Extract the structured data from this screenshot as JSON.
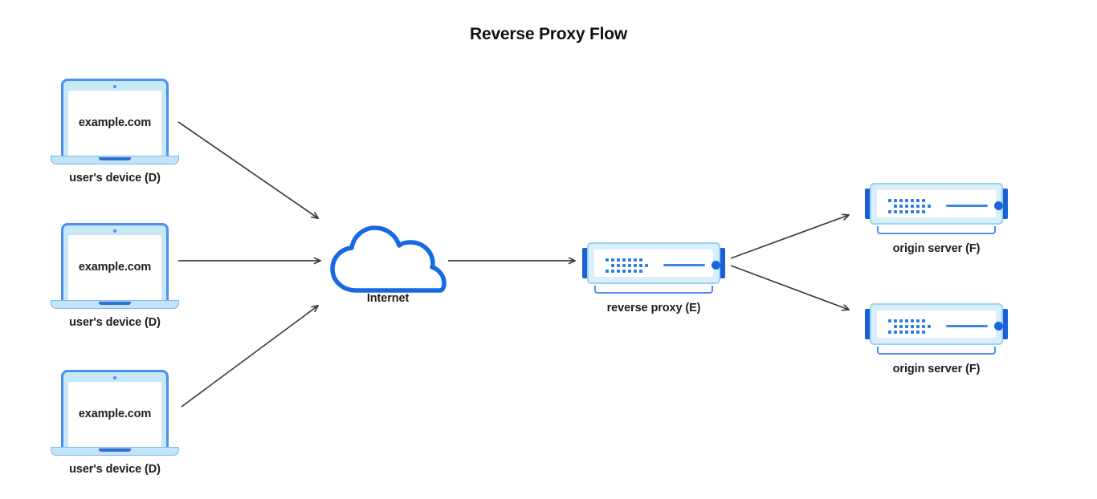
{
  "title": "Reverse Proxy Flow",
  "colors": {
    "title": "#111111",
    "label": "#1d1d1d",
    "arrow": "#3d3d3d",
    "cloud_stroke": "#1668e3",
    "laptop_border": "#4a90f0",
    "laptop_bezel": "#c9e8f6",
    "laptop_base": "#c3e4f8",
    "laptop_notch": "#2f6fd0",
    "server_tab": "#1a5fd6",
    "server_frame": "#9dd2f0",
    "server_fill": "#d9f0fb",
    "server_accent": "#2d7ae5",
    "background": "#ffffff"
  },
  "nodes": {
    "clients": [
      {
        "id": "client-1",
        "url": "example.com",
        "label": "user's device (D)"
      },
      {
        "id": "client-2",
        "url": "example.com",
        "label": "user's device (D)"
      },
      {
        "id": "client-3",
        "url": "example.com",
        "label": "user's device (D)"
      }
    ],
    "internet": {
      "id": "internet",
      "label": "Internet",
      "icon": "cloud-icon"
    },
    "proxy": {
      "id": "reverse-proxy",
      "label": "reverse proxy (E)",
      "icon": "server-icon"
    },
    "origins": [
      {
        "id": "origin-1",
        "label": "origin server (F)",
        "icon": "server-icon"
      },
      {
        "id": "origin-2",
        "label": "origin server (F)",
        "icon": "server-icon"
      }
    ]
  },
  "edges": [
    {
      "id": "edge-client1-internet",
      "from": "client-1",
      "to": "internet"
    },
    {
      "id": "edge-client2-internet",
      "from": "client-2",
      "to": "internet"
    },
    {
      "id": "edge-client3-internet",
      "from": "client-3",
      "to": "internet"
    },
    {
      "id": "edge-internet-proxy",
      "from": "internet",
      "to": "reverse-proxy"
    },
    {
      "id": "edge-proxy-origin1",
      "from": "reverse-proxy",
      "to": "origin-1"
    },
    {
      "id": "edge-proxy-origin2",
      "from": "reverse-proxy",
      "to": "origin-2"
    }
  ]
}
